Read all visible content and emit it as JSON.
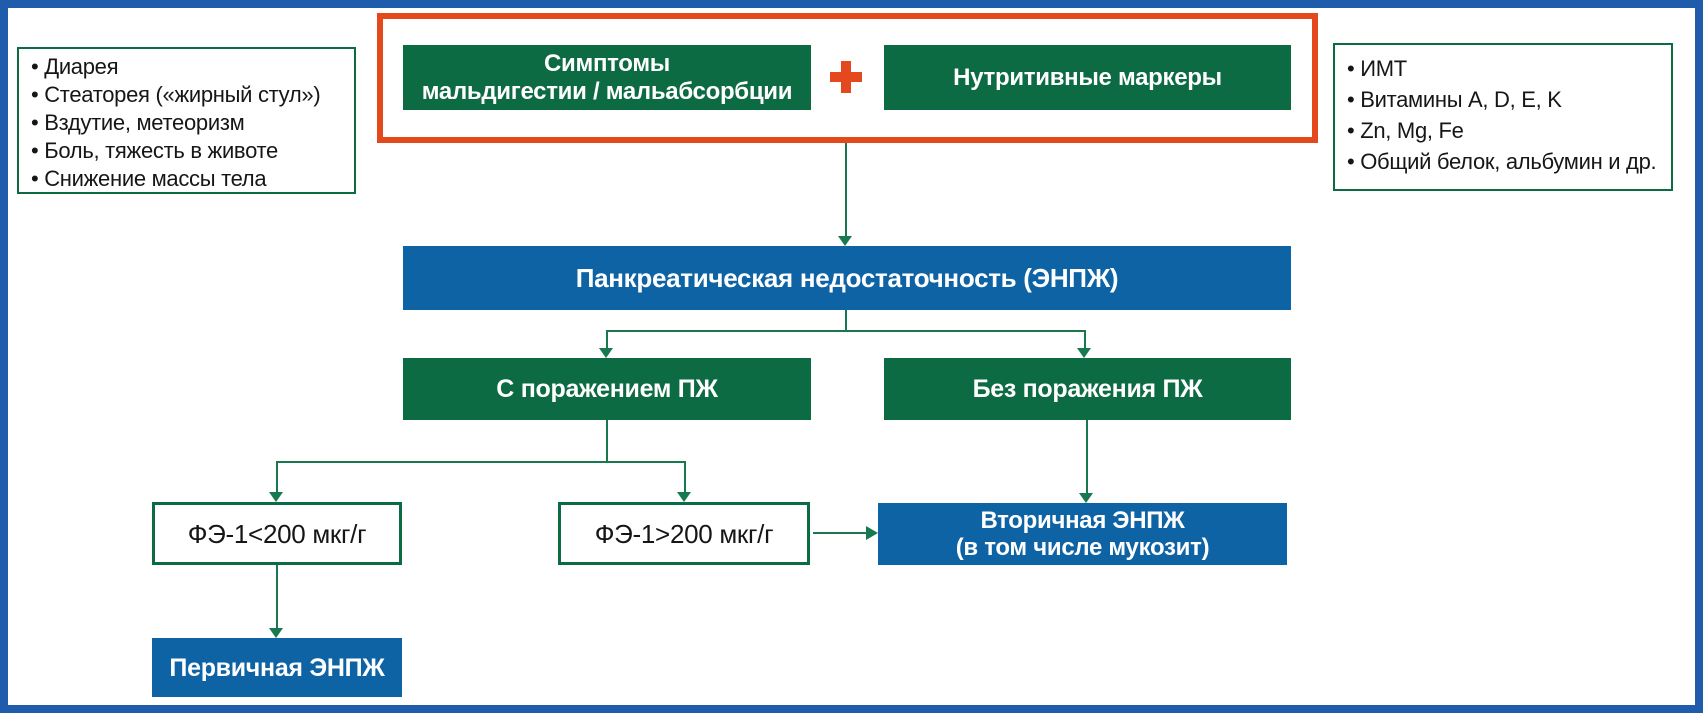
{
  "palette": {
    "frame_blue": "#1f5cab",
    "node_blue": "#0e63a5",
    "node_green": "#0c6b42",
    "line_green": "#17794d",
    "accent_orange": "#e3491d",
    "text_dark": "#161616",
    "text_light": "#ffffff"
  },
  "symptom_list": {
    "items": [
      "Диарея",
      "Стеаторея («жирный стул»)",
      "Вздутие, метеоризм",
      "Боль, тяжесть в животе",
      "Снижение массы тела"
    ]
  },
  "marker_list": {
    "items": [
      "ИМТ",
      "Витамины A, D, E, K",
      "Zn, Mg, Fe",
      "Общий белок, альбумин и др."
    ]
  },
  "top_group": {
    "symptoms": {
      "line1": "Симптомы",
      "line2": "мальдигестии / мальабсорбции"
    },
    "plus_icon": "plus-icon",
    "markers": "Нутритивные маркеры"
  },
  "nodes": {
    "pancreatic_insufficiency": "Панкреатическая недостаточность (ЭНПЖ)",
    "with_pancreas_lesion": "С поражением ПЖ",
    "without_pancreas_lesion": "Без поражения ПЖ",
    "fecal_elastase_low": "ФЭ-1<200 мкг/г",
    "fecal_elastase_high": "ФЭ-1>200 мкг/г",
    "secondary": {
      "line1": "Вторичная ЭНПЖ",
      "line2": "(в том числе мукозит)"
    },
    "primary": "Первичная ЭНПЖ"
  }
}
